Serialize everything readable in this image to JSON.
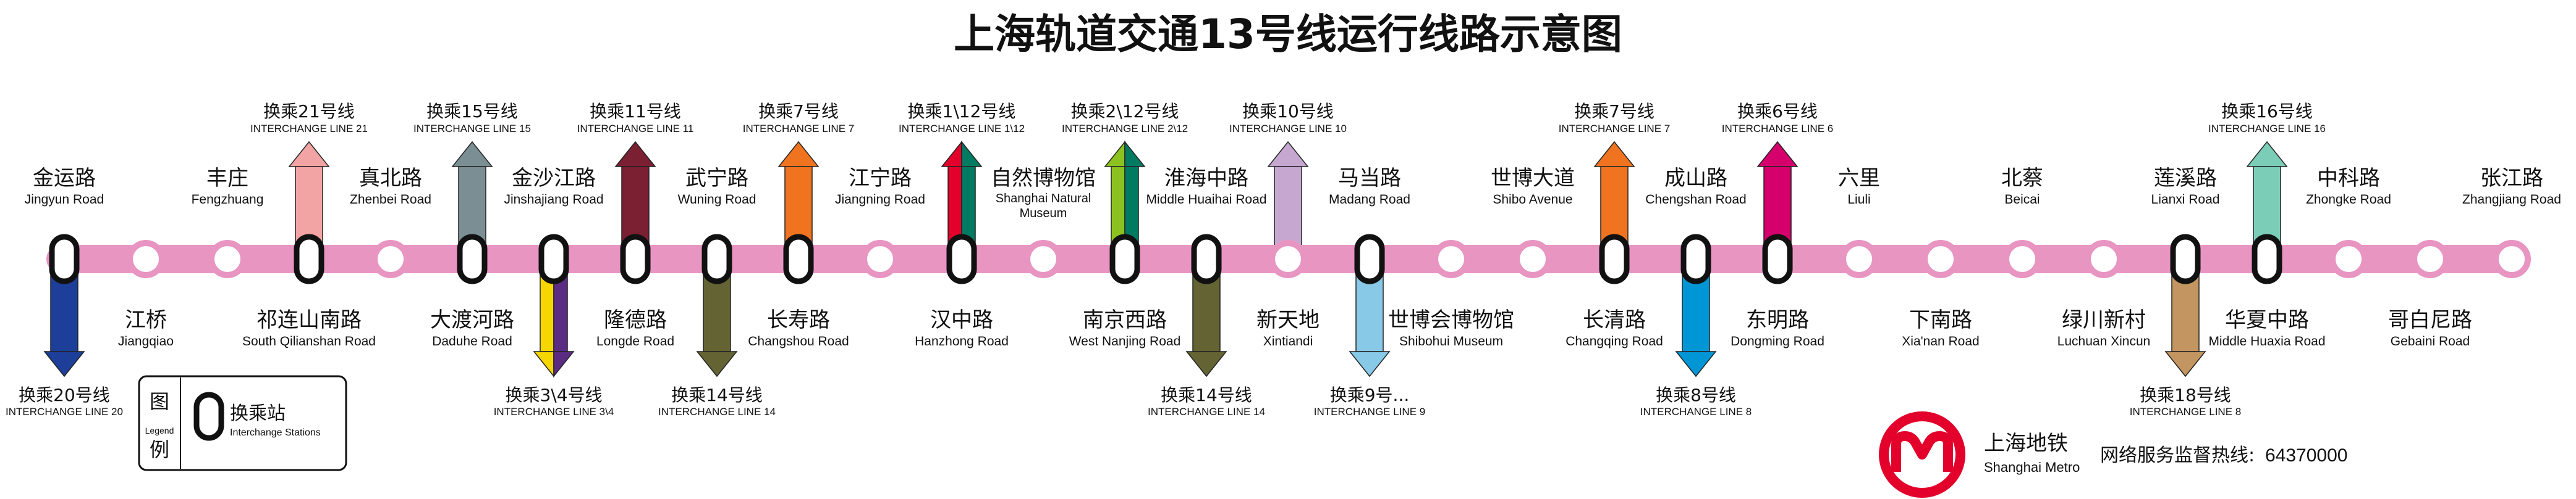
{
  "title": "上海轨道交通13号线运行线路示意图",
  "line_color": "#e895c2",
  "stations": [
    {
      "cn": "金运路",
      "en": "Jingyun Road",
      "pos": "top",
      "interchange": true
    },
    {
      "cn": "江桥",
      "en": "Jiangqiao",
      "pos": "bottom",
      "interchange": false
    },
    {
      "cn": "丰庄",
      "en": "Fengzhuang",
      "pos": "top",
      "interchange": false
    },
    {
      "cn": "祁连山南路",
      "en": "South Qilianshan Road",
      "pos": "bottom",
      "interchange": true
    },
    {
      "cn": "真北路",
      "en": "Zhenbei Road",
      "pos": "top",
      "interchange": false
    },
    {
      "cn": "大渡河路",
      "en": "Daduhe Road",
      "pos": "bottom",
      "interchange": true
    },
    {
      "cn": "金沙江路",
      "en": "Jinshajiang Road",
      "pos": "top",
      "interchange": true
    },
    {
      "cn": "隆德路",
      "en": "Longde Road",
      "pos": "bottom",
      "interchange": true
    },
    {
      "cn": "武宁路",
      "en": "Wuning Road",
      "pos": "top",
      "interchange": true
    },
    {
      "cn": "长寿路",
      "en": "Changshou Road",
      "pos": "bottom",
      "interchange": true
    },
    {
      "cn": "江宁路",
      "en": "Jiangning Road",
      "pos": "top",
      "interchange": false
    },
    {
      "cn": "汉中路",
      "en": "Hanzhong Road",
      "pos": "bottom",
      "interchange": true
    },
    {
      "cn": "自然博物馆",
      "en": "Shanghai Natural Museum",
      "pos": "top",
      "interchange": false
    },
    {
      "cn": "南京西路",
      "en": "West Nanjing Road",
      "pos": "bottom",
      "interchange": true
    },
    {
      "cn": "淮海中路",
      "en": "Middle Huaihai Road",
      "pos": "top",
      "interchange": true
    },
    {
      "cn": "新天地",
      "en": "Xintiandi",
      "pos": "bottom",
      "interchange": false
    },
    {
      "cn": "马当路",
      "en": "Madang Road",
      "pos": "top",
      "interchange": true
    },
    {
      "cn": "世博会博物馆",
      "en": "Shibohui Museum",
      "pos": "bottom",
      "interchange": false
    },
    {
      "cn": "世博大道",
      "en": "Shibo Avenue",
      "pos": "top",
      "interchange": false
    },
    {
      "cn": "长清路",
      "en": "Changqing Road",
      "pos": "bottom",
      "interchange": true
    },
    {
      "cn": "成山路",
      "en": "Chengshan Road",
      "pos": "top",
      "interchange": true
    },
    {
      "cn": "东明路",
      "en": "Dongming Road",
      "pos": "bottom",
      "interchange": true
    },
    {
      "cn": "六里",
      "en": "Liuli",
      "pos": "top",
      "interchange": false
    },
    {
      "cn": "下南路",
      "en": "Xia'nan Road",
      "pos": "bottom",
      "interchange": false
    },
    {
      "cn": "北蔡",
      "en": "Beicai",
      "pos": "top",
      "interchange": false
    },
    {
      "cn": "绿川新村",
      "en": "Luchuan Xincun",
      "pos": "bottom",
      "interchange": false
    },
    {
      "cn": "莲溪路",
      "en": "Lianxi Road",
      "pos": "top",
      "interchange": true
    },
    {
      "cn": "华夏中路",
      "en": "Middle Huaxia Road",
      "pos": "bottom",
      "interchange": true
    },
    {
      "cn": "中科路",
      "en": "Zhongke Road",
      "pos": "top",
      "interchange": false
    },
    {
      "cn": "哥白尼路",
      "en": "Gebaini Road",
      "pos": "bottom",
      "interchange": false
    },
    {
      "cn": "张江路",
      "en": "Zhangjiang Road",
      "pos": "top",
      "interchange": false
    }
  ],
  "transfers": [
    {
      "station": 0,
      "dir": "down",
      "cn": "换乘20号线",
      "en": "INTERCHANGE LINE 20",
      "colors": [
        "#1d3f99"
      ]
    },
    {
      "station": 3,
      "dir": "up",
      "cn": "换乘21号线",
      "en": "INTERCHANGE LINE 21",
      "colors": [
        "#f2a3a3"
      ]
    },
    {
      "station": 5,
      "dir": "up",
      "cn": "换乘15号线",
      "en": "INTERCHANGE LINE 15",
      "colors": [
        "#7b8e93"
      ]
    },
    {
      "station": 6,
      "dir": "down",
      "cn": "换乘3\\4号线",
      "en": "INTERCHANGE LINE 3\\4",
      "colors": [
        "#f6d600",
        "#5b2c83"
      ]
    },
    {
      "station": 7,
      "dir": "up",
      "cn": "换乘11号线",
      "en": "INTERCHANGE LINE 11",
      "colors": [
        "#7b1f32"
      ]
    },
    {
      "station": 8,
      "dir": "down",
      "cn": "换乘14号线",
      "en": "INTERCHANGE LINE 14",
      "colors": [
        "#636334"
      ]
    },
    {
      "station": 9,
      "dir": "up",
      "cn": "换乘7号线",
      "en": "INTERCHANGE LINE 7",
      "colors": [
        "#f07420"
      ]
    },
    {
      "station": 11,
      "dir": "up",
      "cn": "换乘1\\12号线",
      "en": "INTERCHANGE LINE 1\\12",
      "colors": [
        "#e3002b",
        "#007b61"
      ]
    },
    {
      "station": 13,
      "dir": "up",
      "cn": "换乘2\\12号线",
      "en": "INTERCHANGE LINE 2\\12",
      "colors": [
        "#8cc220",
        "#007b61"
      ]
    },
    {
      "station": 14,
      "dir": "down",
      "cn": "换乘14号线",
      "en": "INTERCHANGE LINE 14",
      "colors": [
        "#636334"
      ]
    },
    {
      "station": 15,
      "dir": "up",
      "cn": "换乘10号线",
      "en": "INTERCHANGE LINE 10",
      "colors": [
        "#c5a7d0"
      ]
    },
    {
      "station": 16,
      "dir": "down",
      "cn": "换乘9号...",
      "en": "INTERCHANGE LINE 9",
      "colors": [
        "#87c9e6"
      ]
    },
    {
      "station": 19,
      "dir": "up",
      "cn": "换乘7号线",
      "en": "INTERCHANGE LINE 7",
      "colors": [
        "#f07420"
      ]
    },
    {
      "station": 20,
      "dir": "down",
      "cn": "换乘8号线",
      "en": "INTERCHANGE LINE 8",
      "colors": [
        "#0096d6"
      ]
    },
    {
      "station": 21,
      "dir": "up",
      "cn": "换乘6号线",
      "en": "INTERCHANGE LINE 6",
      "colors": [
        "#d5006b"
      ]
    },
    {
      "station": 26,
      "dir": "down",
      "cn": "换乘18号线",
      "en": "INTERCHANGE LINE 8",
      "colors": [
        "#c39560"
      ]
    },
    {
      "station": 27,
      "dir": "up",
      "cn": "换乘16号线",
      "en": "INTERCHANGE LINE 16",
      "colors": [
        "#7ccdb8"
      ]
    }
  ],
  "legend": {
    "title_top": "图",
    "title_bottom": "例",
    "title_en": "Legend",
    "item_cn": "换乘站",
    "item_en": "Interchange Stations"
  },
  "footer": {
    "logo_cn": "上海地铁",
    "logo_en": "Shanghai Metro",
    "hotline_label": "网络服务监督热线:",
    "hotline_number": "64370000",
    "logo_color": "#e3002b"
  }
}
